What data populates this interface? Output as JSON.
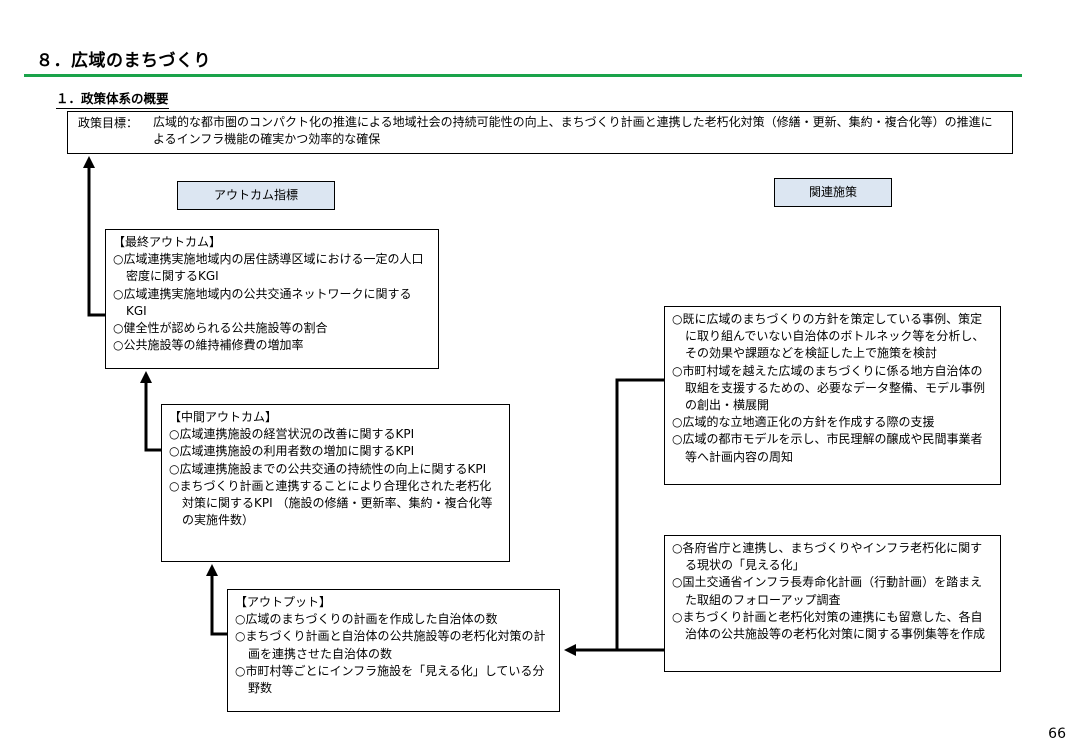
{
  "title": "８．広域のまちづくり",
  "section": "１．政策体系の概要",
  "goal": {
    "label": "政策目標：",
    "text": "広域的な都市圏のコンパクト化の推進による地域社会の持続可能性の向上、まちづくり計画と連携した老朽化対策（修繕・更新、集約・複合化等）の推進によるインフラ機能の確実かつ効率的な確保"
  },
  "headers": {
    "outcome": "アウトカム指標",
    "measures": "関連施策"
  },
  "final_outcome": {
    "heading": "【最終アウトカム】",
    "items": [
      "○広域連携実施地域内の居住誘導区域における一定の人口密度に関するKGI",
      "○広域連携実施地域内の公共交通ネットワークに関するKGI",
      "○健全性が認められる公共施設等の割合",
      "○公共施設等の維持補修費の増加率"
    ]
  },
  "intermediate_outcome": {
    "heading": "【中間アウトカム】",
    "items": [
      "○広域連携施設の経営状況の改善に関するKPI",
      "○広域連携施設の利用者数の増加に関するKPI",
      "○広域連携施設までの公共交通の持続性の向上に関するKPI",
      "○まちづくり計画と連携することにより合理化された老朽化対策に関するKPI （施設の修繕・更新率、集約・複合化等の実施件数）"
    ]
  },
  "output": {
    "heading": "【アウトプット】",
    "items": [
      "○広域のまちづくりの計画を作成した自治体の数",
      "○まちづくり計画と自治体の公共施設等の老朽化対策の計画を連携させた自治体の数",
      "○市町村等ごとにインフラ施設を「見える化」している分野数"
    ]
  },
  "measures_top": {
    "items": [
      "○既に広域のまちづくりの方針を策定している事例、策定に取り組んでいない自治体のボトルネック等を分析し、その効果や課題などを検証した上で施策を検討",
      "○市町村域を越えた広域のまちづくりに係る地方自治体の取組を支援するための、必要なデータ整備、モデル事例の創出・横展開",
      "○広域的な立地適正化の方針を作成する際の支援",
      "○広域の都市モデルを示し、市民理解の醸成や民間事業者等へ計画内容の周知"
    ]
  },
  "measures_bottom": {
    "items": [
      "○各府省庁と連携し、まちづくりやインフラ老朽化に関する現状の「見える化」",
      "○国土交通省インフラ長寿命化計画（行動計画）を踏まえた取組のフォローアップ調査",
      "○まちづくり計画と老朽化対策の連携にも留意した、各自治体の公共施設等の老朽化対策に関する事例集等を作成"
    ]
  },
  "page_number": "66"
}
